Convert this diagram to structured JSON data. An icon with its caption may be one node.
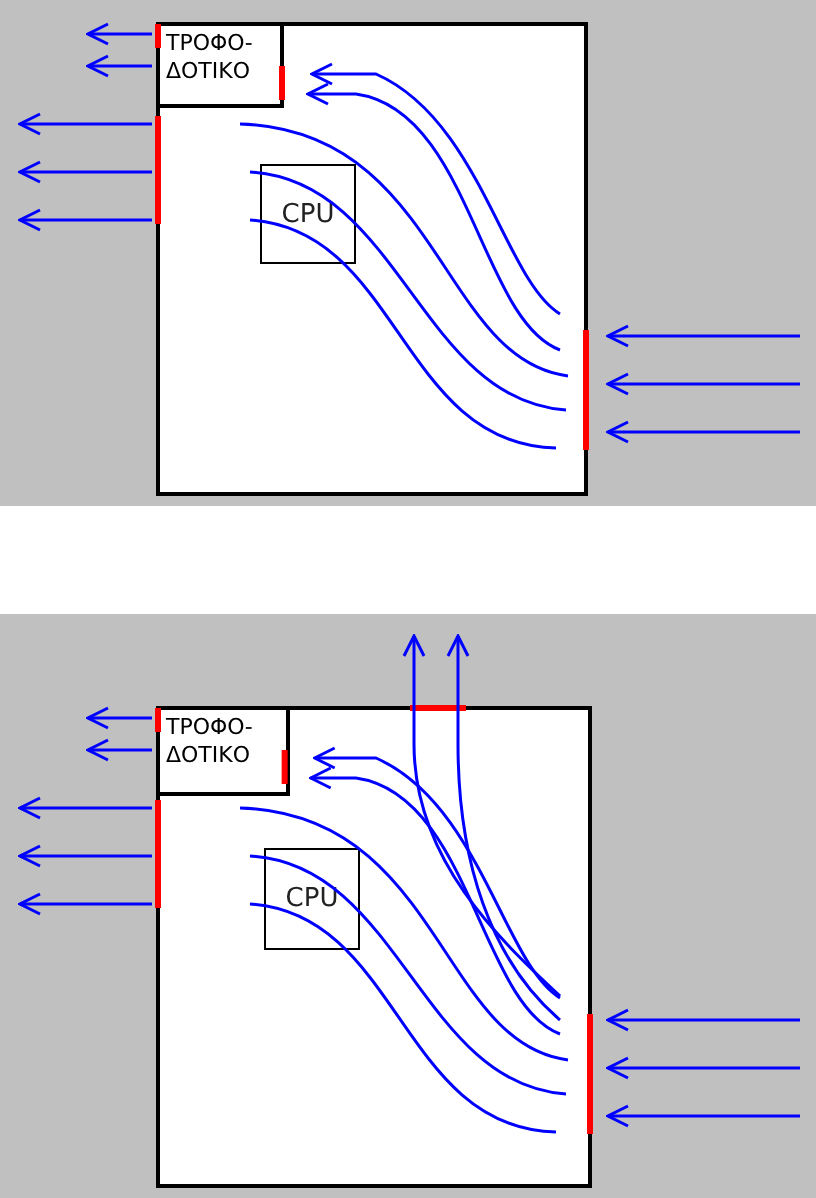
{
  "diagram": {
    "nodes": [
      {
        "text": [],
        "shape": "box"
      },
      {
        "text": [
          "ΤΡΟΦΟ- ΔΟΤΙΚΟ"
        ],
        "in": 0
      },
      {
        "text": [
          "CPU"
        ],
        "in": 0
      },
      {
        "text": [],
        "shape": "box"
      },
      {
        "text": [
          "ΤΡΟΦΟ- ΔΟΤΙΚΟ"
        ],
        "in": 3
      },
      {
        "text": [
          "CPU"
        ],
        "in": 3
      }
    ]
  }
}
